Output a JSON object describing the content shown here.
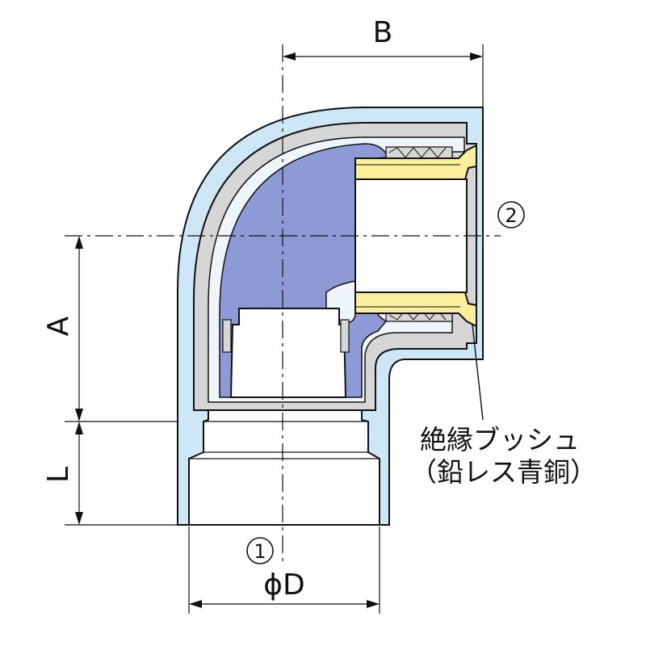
{
  "labels": {
    "dim_a": "A",
    "dim_b": "B",
    "dim_l": "L",
    "dim_d": "ϕD",
    "port_1": "1",
    "port_2": "2"
  },
  "note": {
    "line1": "絶縁ブッシュ",
    "line2": "（鉛レス青銅）"
  },
  "colors": {
    "outer_body": "#cde7f7",
    "lining": "#d6d6d6",
    "core": "#8e9ad6",
    "bushing": "#f9ef9a",
    "outline": "#111111"
  }
}
